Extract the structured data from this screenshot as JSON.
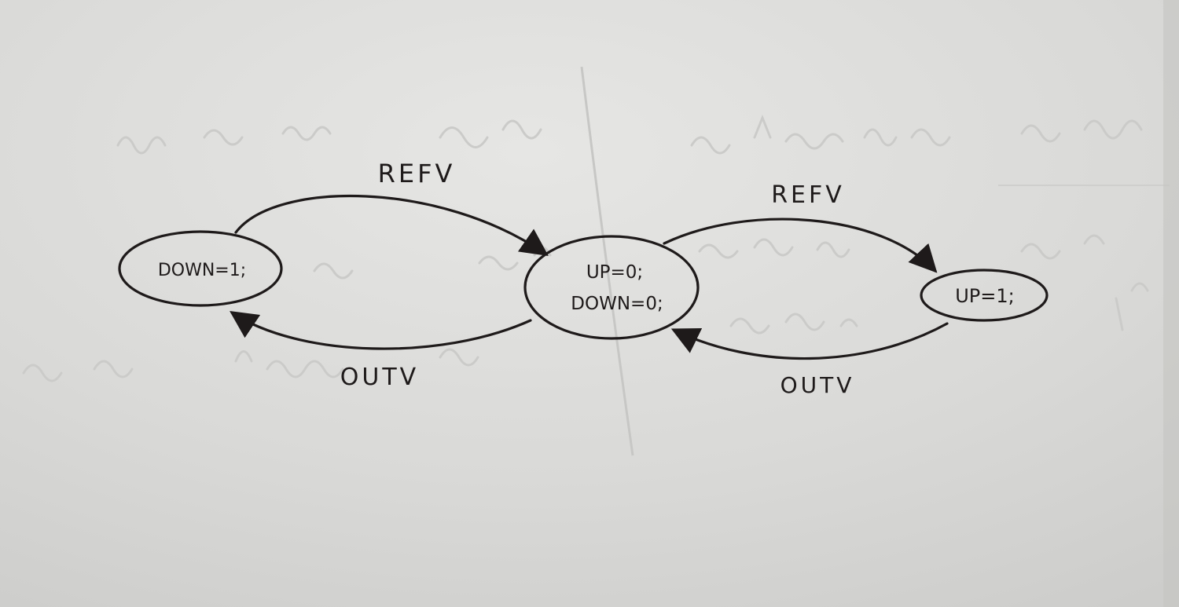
{
  "diagram": {
    "states": [
      {
        "id": "s_down",
        "label_lines": [
          "DOWN=1;"
        ]
      },
      {
        "id": "s_idle",
        "label_lines": [
          "UP=0;",
          "DOWN=0;"
        ]
      },
      {
        "id": "s_up",
        "label_lines": [
          "UP=1;"
        ]
      }
    ],
    "transitions": [
      {
        "id": "t_down_to_idle",
        "from": "s_down",
        "to": "s_idle",
        "label": "REFV"
      },
      {
        "id": "t_idle_to_down",
        "from": "s_idle",
        "to": "s_down",
        "label": "OUTV"
      },
      {
        "id": "t_idle_to_up",
        "from": "s_idle",
        "to": "s_up",
        "label": "REFV"
      },
      {
        "id": "t_up_to_idle",
        "from": "s_up",
        "to": "s_idle",
        "label": "OUTV"
      }
    ]
  },
  "colors": {
    "paper": "#dcdcdb",
    "ink": "#1e1a1a",
    "bleed_through": "#c9c9c7"
  }
}
